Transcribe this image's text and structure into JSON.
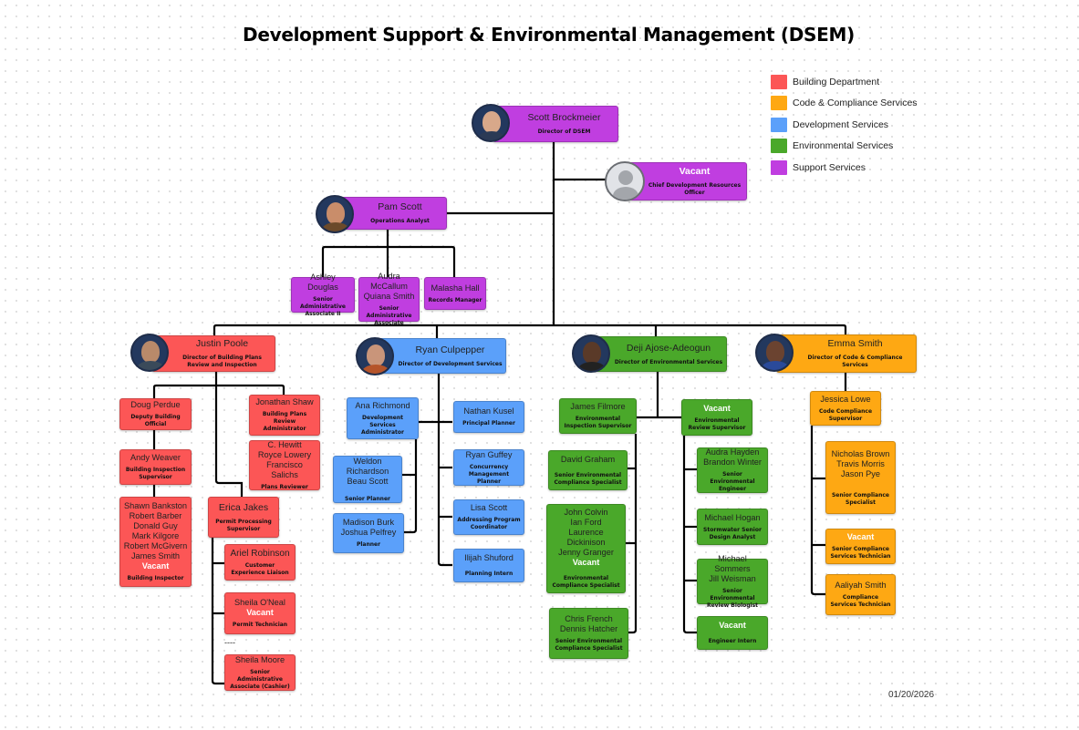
{
  "title": "Development Support & Environmental Management (DSEM)",
  "date": "01/20/2026",
  "legend": [
    {
      "label": "Building Department",
      "color": "#fc5656"
    },
    {
      "label": "Code & Compliance Services",
      "color": "#fea813"
    },
    {
      "label": "Development Services",
      "color": "#5ba0fa"
    },
    {
      "label": "Environmental Services",
      "color": "#4aa82a"
    },
    {
      "label": "Support Services",
      "color": "#c03ee0"
    }
  ],
  "icons": {
    "avatar": "person-photo-icon",
    "placeholder": "user-placeholder-icon"
  },
  "director": {
    "name": "Scott Brockmeier",
    "role": "Director of DSEM"
  },
  "chief": {
    "name": "Vacant",
    "role": "Chief Development Resources Officer"
  },
  "operations": {
    "name": "Pam Scott",
    "role": "Operations Analyst",
    "staff": [
      {
        "names": [
          "Ashley Douglas"
        ],
        "role": "Senior Administrative Associate II"
      },
      {
        "names": [
          "Audra McCallum",
          "Quiana Smith"
        ],
        "role": "Senior Administrative Associate"
      },
      {
        "names": [
          "Malasha Hall"
        ],
        "role": "Records Manager"
      }
    ]
  },
  "building": {
    "head": {
      "name": "Justin Poole",
      "role": "Director of Building Plans Review and Inspection"
    },
    "doug": {
      "names": [
        "Doug Perdue"
      ],
      "role": "Deputy Building Official"
    },
    "andy": {
      "names": [
        "Andy Weaver"
      ],
      "role": "Building Inspection Supervisor"
    },
    "inspectors": {
      "names": [
        "Shawn Bankston",
        "Robert Barber",
        "Donald Guy",
        "Mark Kilgore",
        "Robert McGivern",
        "James Smith"
      ],
      "vacant": "Vacant",
      "role": "Building Inspector"
    },
    "jonathan": {
      "names": [
        "Jonathan Shaw"
      ],
      "role": "Building Plans Review Administrator"
    },
    "reviewers": {
      "names": [
        "C. Hewitt",
        "Royce Lowery",
        "Francisco Salichs"
      ],
      "role": "Plans Reviewer"
    },
    "erica": {
      "names": [
        "Erica Jakes"
      ],
      "role": "Permit Processing Supervisor"
    },
    "ariel": {
      "names": [
        "Ariel Robinson"
      ],
      "role": "Customer Experience Liaison"
    },
    "techs": {
      "names": [
        "Sheila O'Neal"
      ],
      "vacant": "Vacant",
      "role": "Permit Technician"
    },
    "separator": "----",
    "cashier": {
      "names": [
        "Sheila Moore"
      ],
      "role": "Senior Administrative Associate (Cashier)"
    }
  },
  "development": {
    "head": {
      "name": "Ryan Culpepper",
      "role": "Director of Development Services"
    },
    "ana": {
      "names": [
        "Ana Richmond"
      ],
      "role": "Development Services Administrator"
    },
    "senior_planners": {
      "names": [
        "Weldon Richardson",
        "Beau Scott"
      ],
      "role": "Senior Planner"
    },
    "planners": {
      "names": [
        "Madison Burk",
        "Joshua Pelfrey"
      ],
      "role": "Planner"
    },
    "nathan": {
      "names": [
        "Nathan Kusel"
      ],
      "role": "Principal Planner"
    },
    "ryan_g": {
      "names": [
        "Ryan Guffey"
      ],
      "role": "Concurrency Management Planner"
    },
    "lisa": {
      "names": [
        "Lisa Scott"
      ],
      "role": "Addressing Program Coordinator"
    },
    "ilijah": {
      "names": [
        "Ilijah Shuford"
      ],
      "role": "Planning Intern"
    }
  },
  "environmental": {
    "head": {
      "name": "Deji Ajose-Adeogun",
      "role": "Director of Environmental Services"
    },
    "james": {
      "names": [
        "James Filmore"
      ],
      "role": "Environmental Inspection Supervisor"
    },
    "david": {
      "names": [
        "David Graham"
      ],
      "role": "Senior Environmental Compliance Specialist"
    },
    "specialists": {
      "names": [
        "John Colvin",
        "Ian Ford",
        "Laurence Dickinison",
        "Jenny Granger"
      ],
      "vacant": "Vacant",
      "role": "Environmental Compliance Specialist"
    },
    "chris": {
      "names": [
        "Chris French",
        "Dennis Hatcher"
      ],
      "role": "Senior Environmental Compliance Specialist"
    },
    "review_sup": {
      "vacant": "Vacant",
      "role": "Environmental Review Supervisor"
    },
    "engineers": {
      "names": [
        "Audra Hayden",
        "Brandon Winter"
      ],
      "role": "Senior Environmental Engineer"
    },
    "hogan": {
      "names": [
        "Michael Hogan"
      ],
      "role": "Stormwater Senior Design Analyst"
    },
    "biologists": {
      "names": [
        "Michael Sommers",
        "Jill Weisman"
      ],
      "role": "Senior Environmental Review Biologist"
    },
    "intern": {
      "vacant": "Vacant",
      "role": "Engineer Intern"
    }
  },
  "code": {
    "head": {
      "name": "Emma Smith",
      "role": "Director of Code & Compliance Services"
    },
    "jessica": {
      "names": [
        "Jessica Lowe"
      ],
      "role": "Code Compliance Supervisor"
    },
    "seniors": {
      "names": [
        "Nicholas Brown",
        "Travis Morris",
        "Jason Pye"
      ],
      "role": "Senior Compliance Specialist"
    },
    "tech_sr": {
      "vacant": "Vacant",
      "role": "Senior Compliance Services Technician"
    },
    "aaliyah": {
      "names": [
        "Aaliyah Smith"
      ],
      "role": "Compliance Services Technician"
    }
  }
}
